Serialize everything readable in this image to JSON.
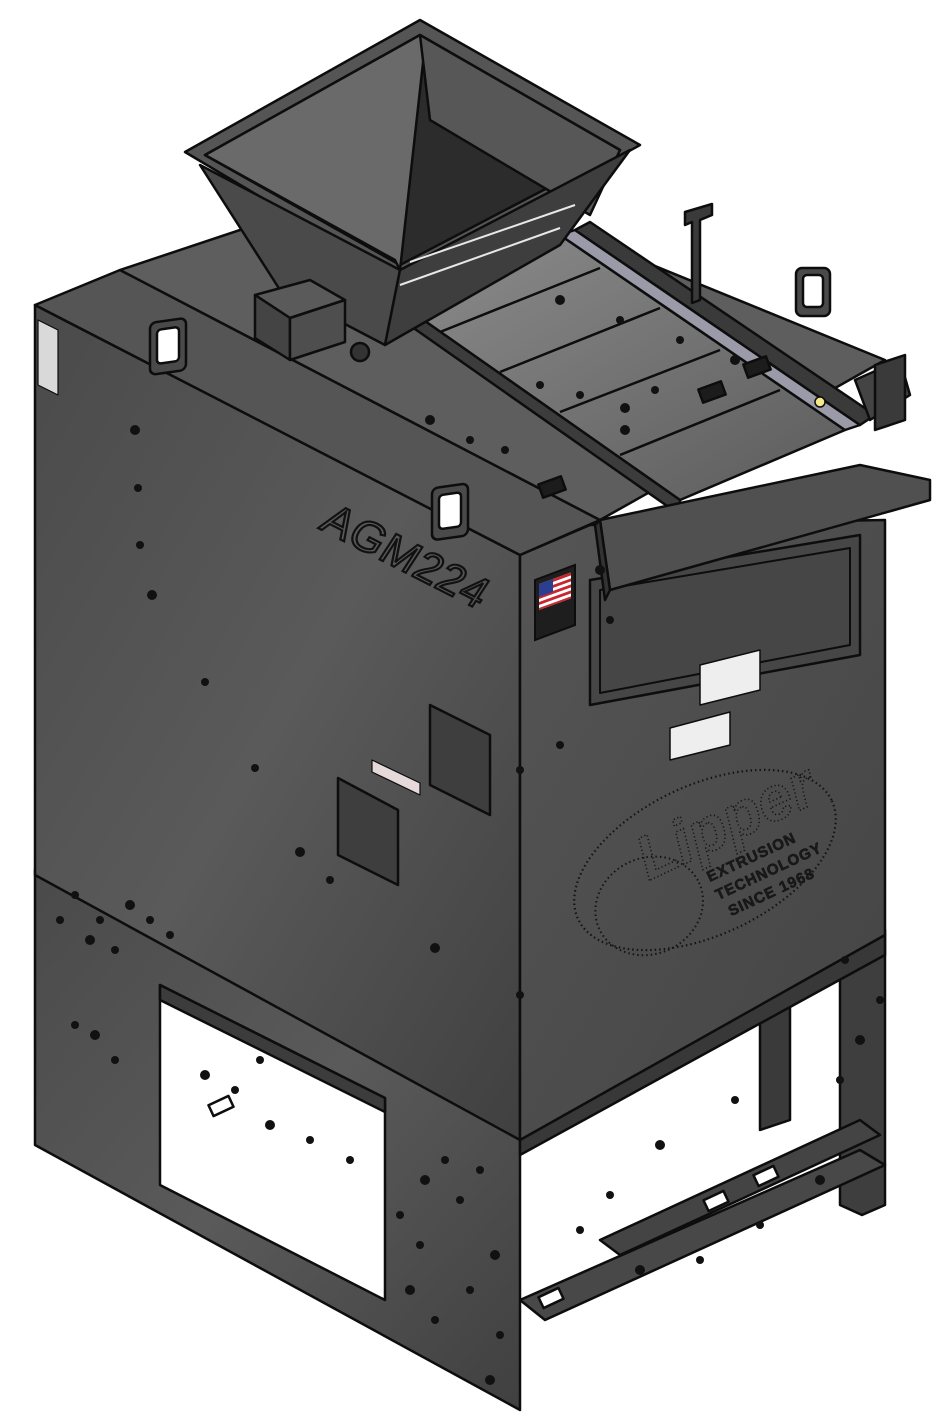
{
  "model_label": "AGM224",
  "logo": {
    "script": "Lipper",
    "line1": "EXTRUSION",
    "line2": "TECHNOLOGY",
    "since": "SINCE 1968"
  },
  "colors": {
    "body": "#4d4d4d",
    "body_dark": "#3a3a3a",
    "outline": "#0d0d0d",
    "background": "#ffffff",
    "conveyor_belt": "#9a9aa8",
    "flag_red": "#c8262e",
    "flag_blue": "#2a3f8f"
  }
}
